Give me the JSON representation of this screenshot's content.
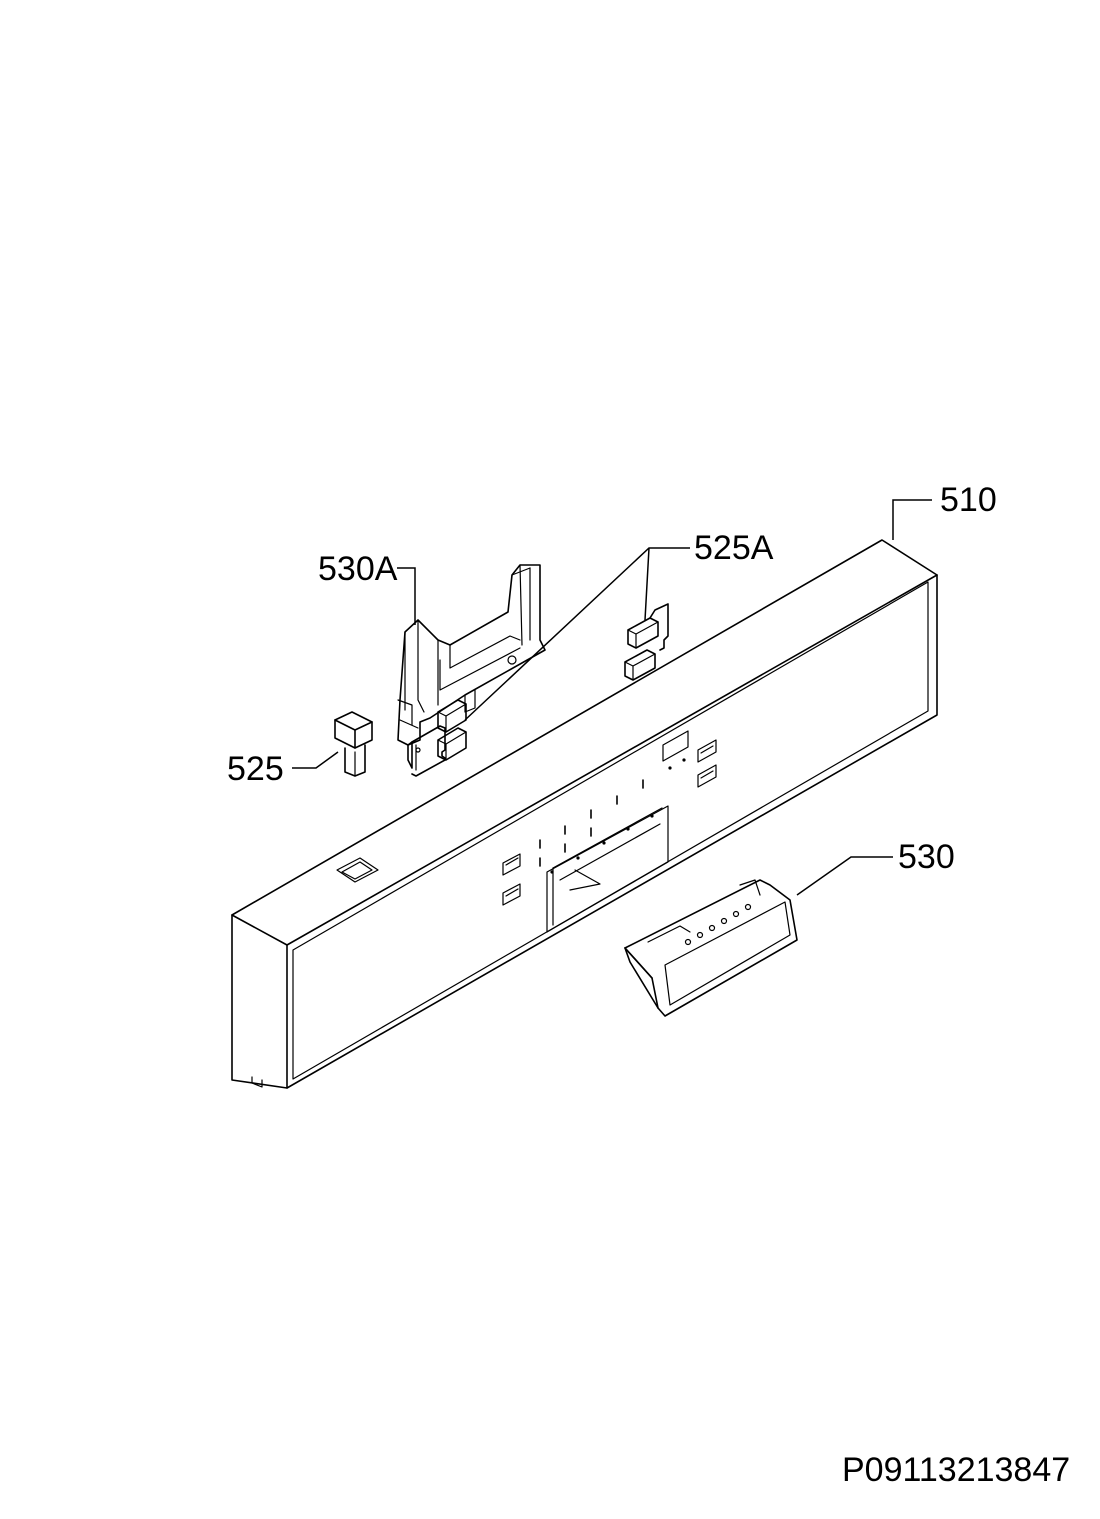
{
  "callouts": {
    "p510": "510",
    "p525A": "525A",
    "p530A": "530A",
    "p525": "525",
    "p530": "530"
  },
  "drawing_code": "P09113213847"
}
